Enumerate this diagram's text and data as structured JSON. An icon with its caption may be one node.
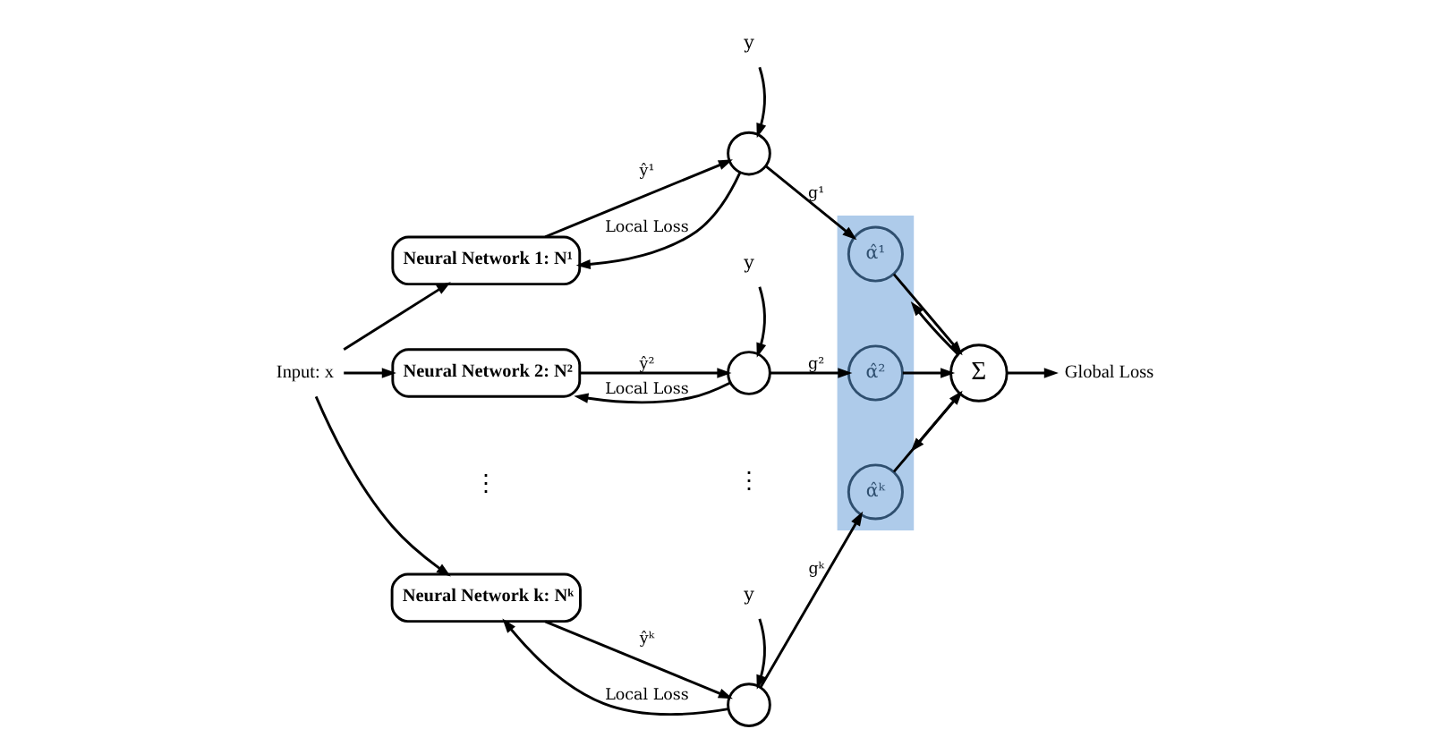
{
  "diagram": {
    "nodes": [
      {
        "text": [
          "Input: x"
        ]
      },
      {
        "text": [
          "Neural Network 1: N¹"
        ]
      },
      {
        "text": [
          "Neural Network 2: N²"
        ]
      },
      {
        "text": [
          "Neural Network k: Nᵏ"
        ]
      },
      {
        "text": [
          "y"
        ]
      },
      {
        "text": [],
        "shape": "circle"
      },
      {
        "text": [
          "y"
        ]
      },
      {
        "text": [],
        "shape": "circle"
      },
      {
        "text": [
          "y"
        ]
      },
      {
        "text": [],
        "shape": "circle"
      },
      {
        "text": [],
        "shape": "bar"
      },
      {
        "text": [
          "α̂¹"
        ],
        "in": 10
      },
      {
        "text": [
          "α̂²"
        ],
        "in": 10
      },
      {
        "text": [
          "α̂ᵏ"
        ],
        "in": 10
      },
      {
        "text": [
          "Σ"
        ]
      },
      {
        "text": [
          "Global Loss"
        ]
      }
    ],
    "edges": [
      {
        "from": 0,
        "to": 1,
        "arrow": "to"
      },
      {
        "from": 0,
        "to": 2,
        "arrow": "to"
      },
      {
        "from": 0,
        "to": 3,
        "arrow": "to"
      },
      {
        "from": 1,
        "to": 5,
        "label": "ŷ¹",
        "arrow": "to"
      },
      {
        "from": 2,
        "to": 7,
        "label": "ŷ²",
        "arrow": "to"
      },
      {
        "from": 3,
        "to": 9,
        "label": "ŷᵏ",
        "arrow": "to"
      },
      {
        "from": 4,
        "to": 5,
        "arrow": "to"
      },
      {
        "from": 6,
        "to": 7,
        "arrow": "to"
      },
      {
        "from": 8,
        "to": 9,
        "arrow": "to"
      },
      {
        "from": 5,
        "to": 1,
        "label": "Local Loss",
        "arrow": "to"
      },
      {
        "from": 7,
        "to": 2,
        "label": "Local Loss",
        "arrow": "to"
      },
      {
        "from": 9,
        "to": 3,
        "label": "Local Loss",
        "arrow": "to"
      },
      {
        "from": 5,
        "to": 11,
        "label": "g¹",
        "arrow": "to"
      },
      {
        "from": 7,
        "to": 12,
        "label": "g²",
        "arrow": "to"
      },
      {
        "from": 9,
        "to": 13,
        "label": "gᵏ",
        "arrow": "to"
      },
      {
        "from": 11,
        "to": 14,
        "arrow": "to"
      },
      {
        "from": 12,
        "to": 14,
        "arrow": "to"
      },
      {
        "from": 13,
        "to": 14,
        "arrow": "to"
      },
      {
        "from": 14,
        "to": 15,
        "arrow": "to"
      },
      {
        "from": 14,
        "to": 10,
        "arrow": "to"
      },
      {
        "from": 14,
        "to": 10,
        "arrow": "to"
      }
    ],
    "labels": [
      "⋮",
      "⋮"
    ]
  }
}
